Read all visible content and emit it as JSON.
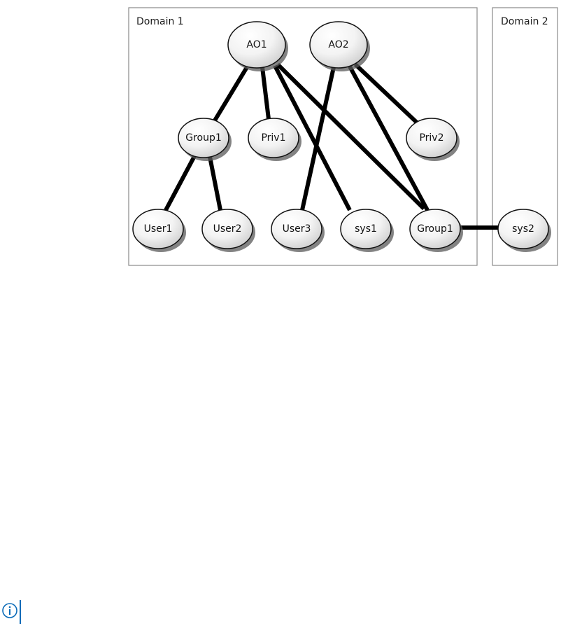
{
  "diagram": {
    "domains": [
      {
        "id": "domain1",
        "label": "Domain 1"
      },
      {
        "id": "domain2",
        "label": "Domain 2"
      }
    ],
    "nodes": [
      {
        "id": "ao1",
        "label": "AO1",
        "domain": "domain1"
      },
      {
        "id": "ao2",
        "label": "AO2",
        "domain": "domain1"
      },
      {
        "id": "group1a",
        "label": "Group1",
        "domain": "domain1"
      },
      {
        "id": "priv1",
        "label": "Priv1",
        "domain": "domain1"
      },
      {
        "id": "priv2",
        "label": "Priv2",
        "domain": "domain1"
      },
      {
        "id": "user1",
        "label": "User1",
        "domain": "domain1"
      },
      {
        "id": "user2",
        "label": "User2",
        "domain": "domain1"
      },
      {
        "id": "user3",
        "label": "User3",
        "domain": "domain1"
      },
      {
        "id": "sys1",
        "label": "sys1",
        "domain": "domain1"
      },
      {
        "id": "group1b",
        "label": "Group1",
        "domain": "domain1"
      },
      {
        "id": "sys2",
        "label": "sys2",
        "domain": "domain2"
      }
    ],
    "edges": [
      {
        "from": "ao1",
        "to": "group1a"
      },
      {
        "from": "ao1",
        "to": "priv1"
      },
      {
        "from": "ao1",
        "to": "sys1"
      },
      {
        "from": "ao1",
        "to": "group1b"
      },
      {
        "from": "ao2",
        "to": "user3"
      },
      {
        "from": "ao2",
        "to": "group1b"
      },
      {
        "from": "ao2",
        "to": "priv2"
      },
      {
        "from": "group1a",
        "to": "user1"
      },
      {
        "from": "group1a",
        "to": "user2"
      },
      {
        "from": "group1b",
        "to": "sys2"
      }
    ]
  },
  "note": {
    "icon": "info-icon",
    "accent_color": "#0a6bb8"
  }
}
